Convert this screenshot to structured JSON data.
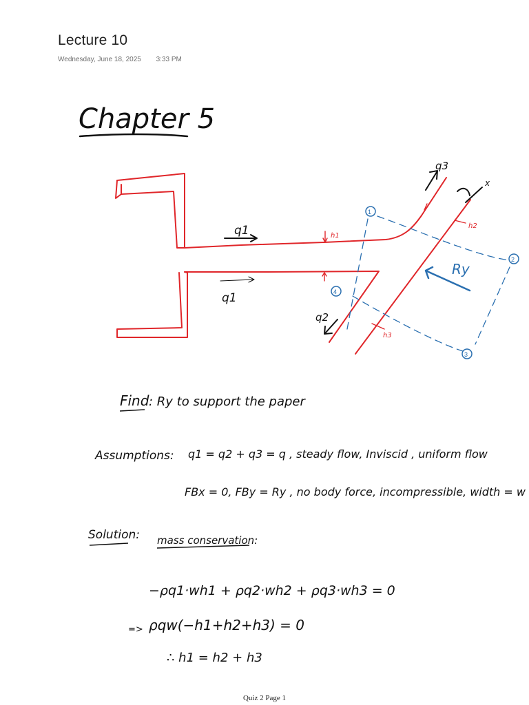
{
  "page": {
    "title": "Lecture 10",
    "date": "Wednesday, June 18, 2025",
    "time": "3:33 PM",
    "footer": "Quiz 2 Page 1"
  },
  "notes": {
    "heading": "Chapter 5",
    "diagram": {
      "inlet_top_label": "q1",
      "inlet_bottom_label": "q1",
      "outlet_up_label": "q3",
      "outlet_down_label": "q2",
      "h1": "h1",
      "h2": "h2",
      "h3": "h3",
      "force_label": "Ry",
      "axis_x": "x",
      "station_1": "1",
      "station_2": "2",
      "station_3": "3",
      "station_4": "4"
    },
    "find_label": "Find",
    "find_text": ": Ry to support the paper",
    "assumptions_label": "Assumptions:",
    "assumptions_line1": "q1 = q2 + q3 = q , steady flow, Inviscid , uniform flow",
    "assumptions_line2": "FBx = 0, FBy = Ry , no body force, incompressible, width = w",
    "solution_label": "Solution:",
    "mass_label": "mass conservation:",
    "eq1": "−ρq1·wh1 + ρq2·wh2 + ρq3·wh3 = 0",
    "eq2_prefix": "=>",
    "eq2": "ρqw(−h1+h2+h3) = 0",
    "eq3": "∴ h1 = h2 + h3"
  },
  "colors": {
    "ink": "#111111",
    "red": "#e0262a",
    "blue": "#2a6fb0"
  }
}
